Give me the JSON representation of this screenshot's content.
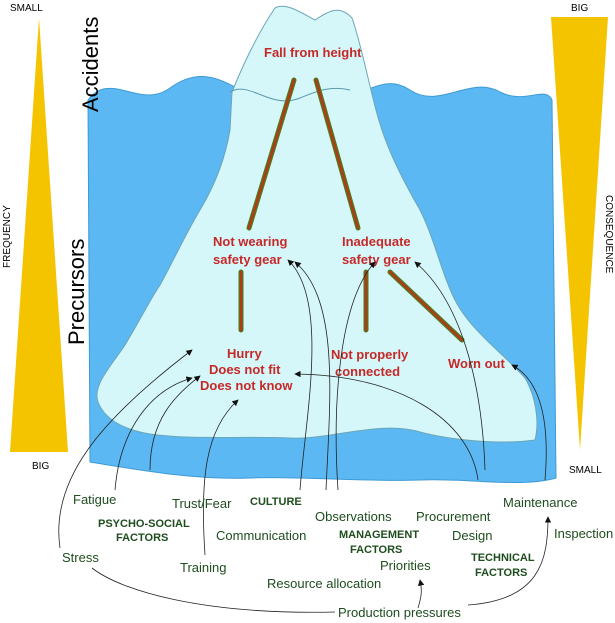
{
  "side_labels": {
    "accidents": "Accidents",
    "precursors": "Precursors"
  },
  "frequency_scale": {
    "top": "SMALL",
    "axis": "FREQUENCY",
    "bottom": "BIG"
  },
  "consequence_scale": {
    "top": "BIG",
    "axis": "CONSEQUENCE",
    "bottom": "SMALL"
  },
  "nodes": {
    "fall": "Fall from height",
    "not_wearing": [
      "Not wearing",
      "safety gear"
    ],
    "inadequate": [
      "Inadequate",
      "safety gear"
    ],
    "hurry": [
      "Hurry",
      "Does not fit",
      "Does not know"
    ],
    "not_connected": [
      "Not properly",
      "connected"
    ],
    "worn_out": "Worn out"
  },
  "factor_groups": {
    "psycho_social": [
      "PSYCHO-SOCIAL",
      "FACTORS"
    ],
    "culture": "CULTURE",
    "management": [
      "MANAGEMENT",
      "FACTORS"
    ],
    "technical": [
      "TECHNICAL",
      "FACTORS"
    ]
  },
  "factors": {
    "fatigue": "Fatigue",
    "trust_fear": "Trust/Fear",
    "stress": "Stress",
    "communication": "Communication",
    "training": "Training",
    "observations": "Observations",
    "procurement": "Procurement",
    "maintenance": "Maintenance",
    "design": "Design",
    "inspection": "Inspection",
    "resource_allocation": "Resource allocation",
    "priorities": "Priorities",
    "production_pressures": "Production pressures"
  },
  "colors": {
    "sea": "#5cb8f2",
    "iceberg": "#d6f7f9",
    "scale_fill": "#f5c400",
    "node_text": "#c62828",
    "link": "#b03a1a",
    "link_stroke": "#4f7a1c",
    "factor_text": "#1e4d1e"
  }
}
